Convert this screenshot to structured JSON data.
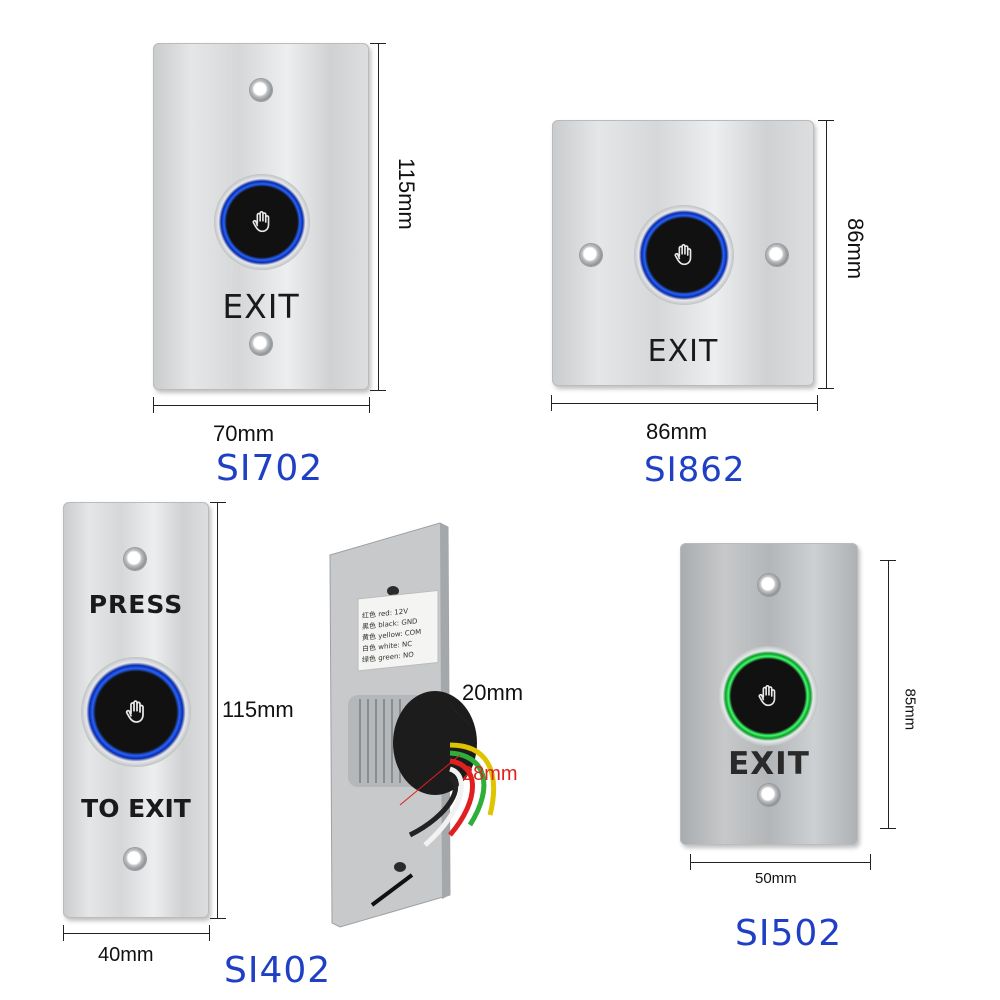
{
  "products": {
    "si702": {
      "model": "SI702",
      "plate_text": "EXIT",
      "height_label": "115mm",
      "width_label": "70mm"
    },
    "si862": {
      "model": "SI862",
      "plate_text": "EXIT",
      "height_label": "86mm",
      "width_label": "86mm"
    },
    "si402": {
      "model": "SI402",
      "plate_text_top": "PRESS",
      "plate_text_bottom": "TO EXIT",
      "height_label": "115mm",
      "width_label": "40mm",
      "button_depth_label": "20mm",
      "button_diameter_label": "28mm",
      "wiring_sticker": [
        "红色 red:  12V",
        "黑色 black:  GND",
        "黄色 yellow:  COM",
        "白色 white:  NC",
        "绿色 green:  NO"
      ]
    },
    "si502": {
      "model": "SI502",
      "plate_text": "EXIT",
      "height_label": "85mm",
      "width_label": "50mm"
    }
  },
  "colors": {
    "model_text": "#1f3fc4",
    "button_ring_blue": "#2563ff",
    "button_ring_green": "#40ff6a",
    "diameter_label": "#e0201c"
  }
}
